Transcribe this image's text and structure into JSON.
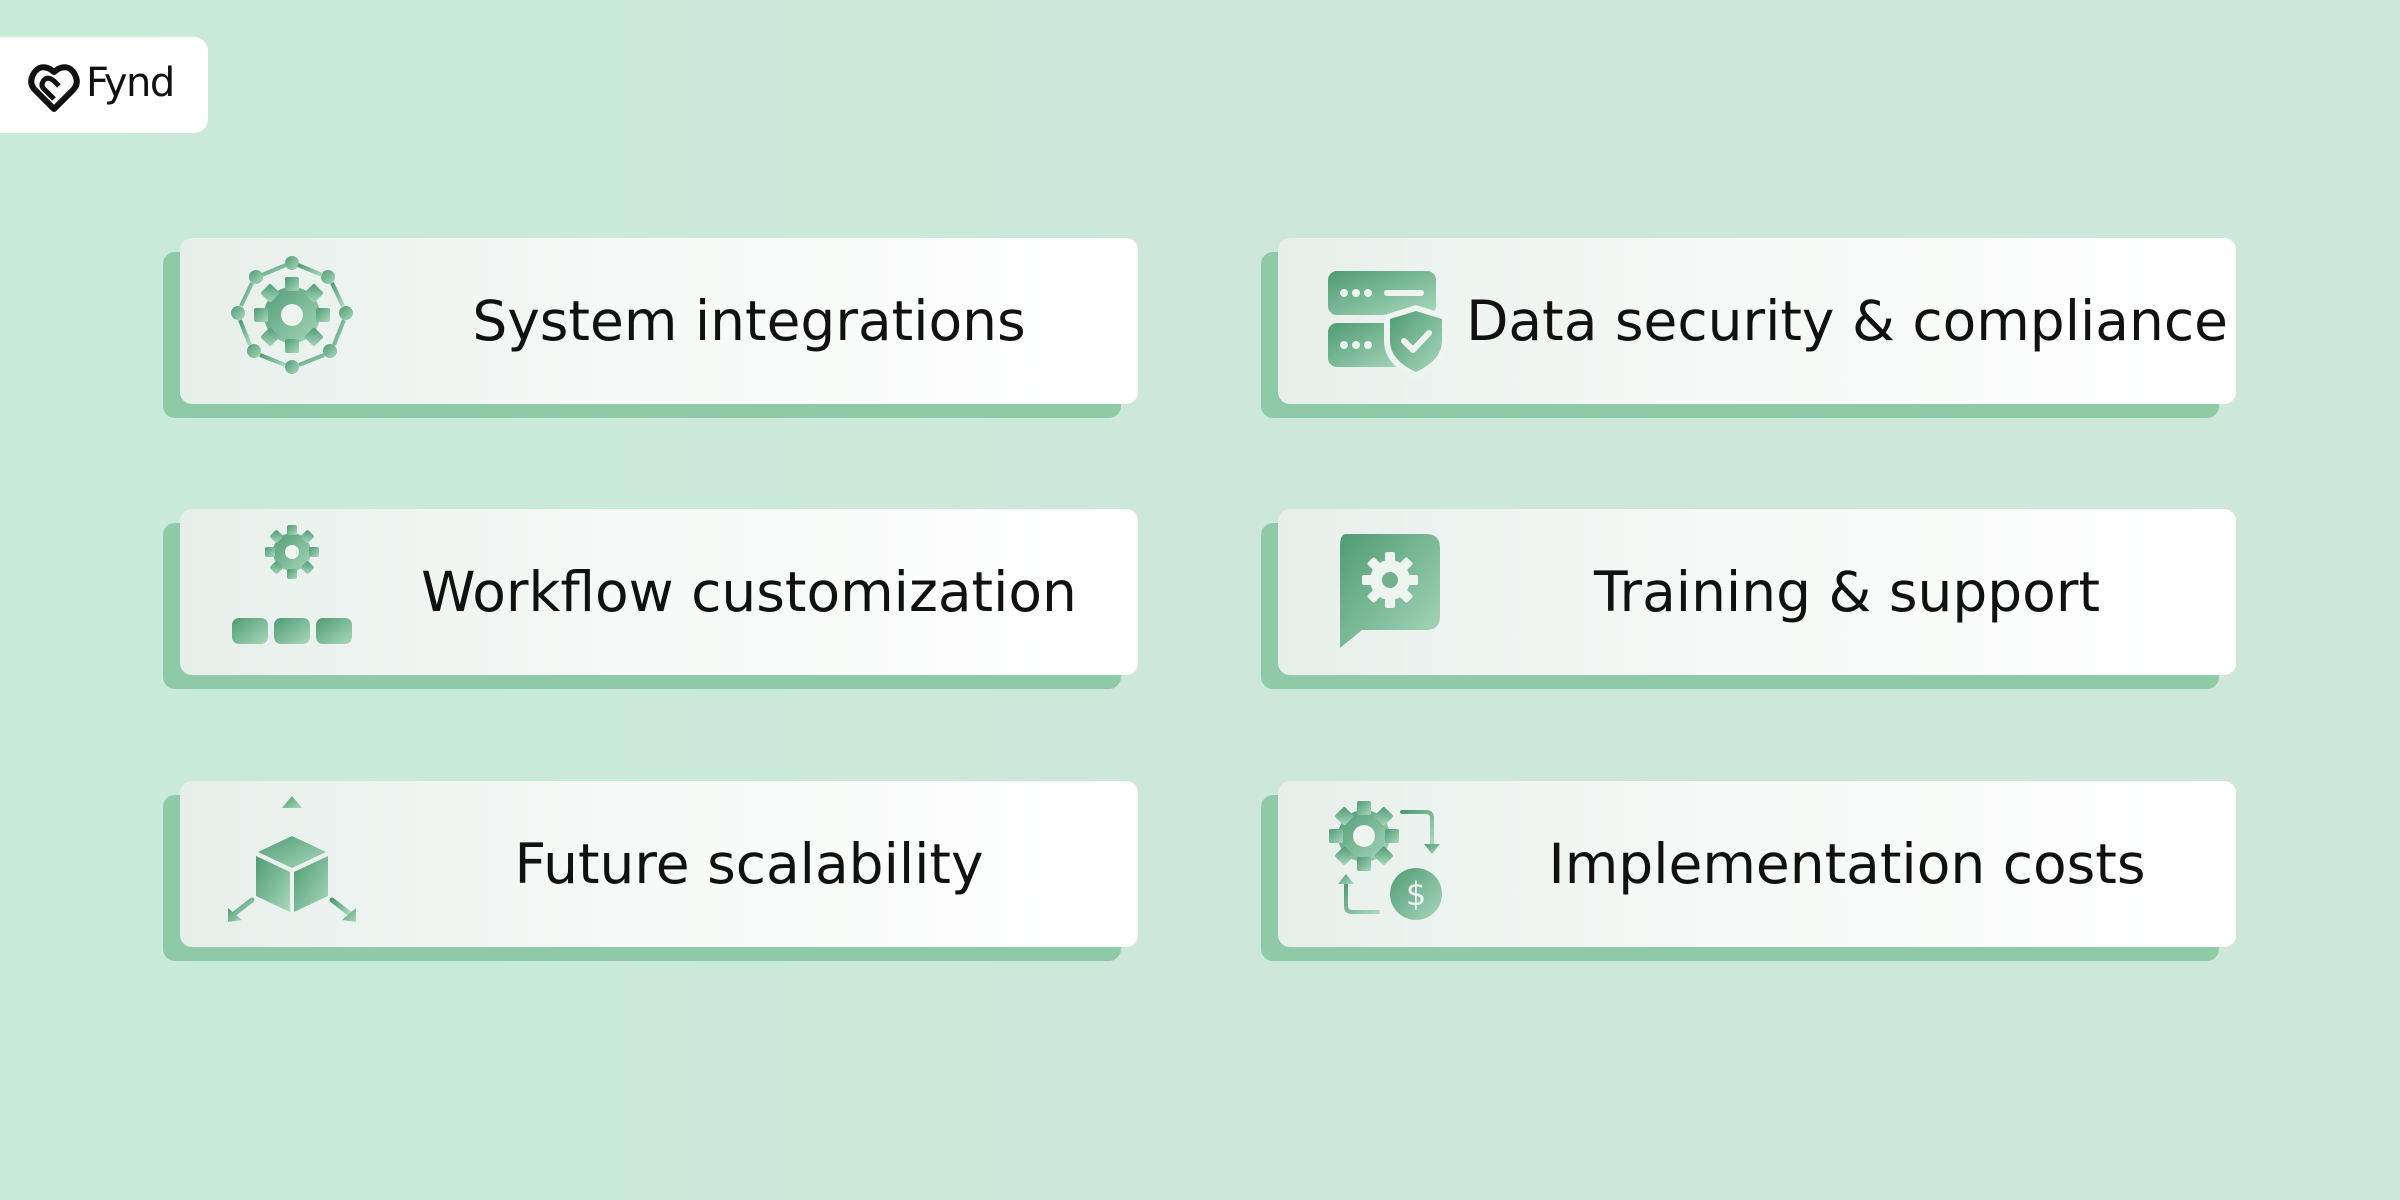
{
  "brand": {
    "name": "Fynd",
    "logo_icon": "fynd-logo-icon"
  },
  "colors": {
    "background": "#cce9da",
    "card_shadow": "#8fcaa6",
    "icon_dark": "#4f9b72",
    "icon_light": "#a8d8bb",
    "text": "#111111"
  },
  "cards": [
    {
      "label": "System integrations",
      "icon": "gear-network-icon"
    },
    {
      "label": "Data security & compliance",
      "icon": "server-shield-icon"
    },
    {
      "label": "Workflow customization",
      "icon": "gear-hierarchy-icon"
    },
    {
      "label": "Training & support",
      "icon": "gear-chat-bubble-icon"
    },
    {
      "label": "Future scalability",
      "icon": "box-arrows-icon"
    },
    {
      "label": "Implementation costs",
      "icon": "gear-dollar-cycle-icon"
    }
  ]
}
